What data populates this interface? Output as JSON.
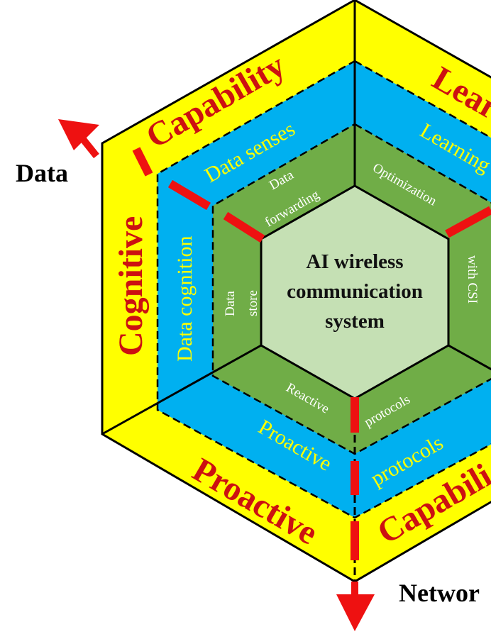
{
  "center": {
    "lines": [
      "AI wireless",
      "communication",
      "system"
    ]
  },
  "outer_ring": {
    "top_left": "Capability",
    "top_right": "Lear",
    "left": "Cognitive",
    "bottom_left": "Proactive",
    "bottom_right": "Capabili"
  },
  "middle_ring": {
    "top_left": "Data senses",
    "top_right": "Learning",
    "left": "Data cognition",
    "bottom_left": "Proactive",
    "bottom_right": "protocols"
  },
  "inner_ring": {
    "top_left_line1": "Data",
    "top_left_line2": "forwarding",
    "top_right": "Optimization",
    "right": "with CSI",
    "left_line1": "Data",
    "left_line2": "store",
    "bottom_left": "Reactive",
    "bottom_right": "protocols"
  },
  "axes": {
    "data_label": "Data",
    "network_label": "Networ"
  },
  "colors": {
    "outer": "#ffff00",
    "middle": "#00b0f0",
    "inner": "#70ad47",
    "center": "#c5e0b4",
    "accent": "#ee1111",
    "mid_text": "#ffff00"
  }
}
